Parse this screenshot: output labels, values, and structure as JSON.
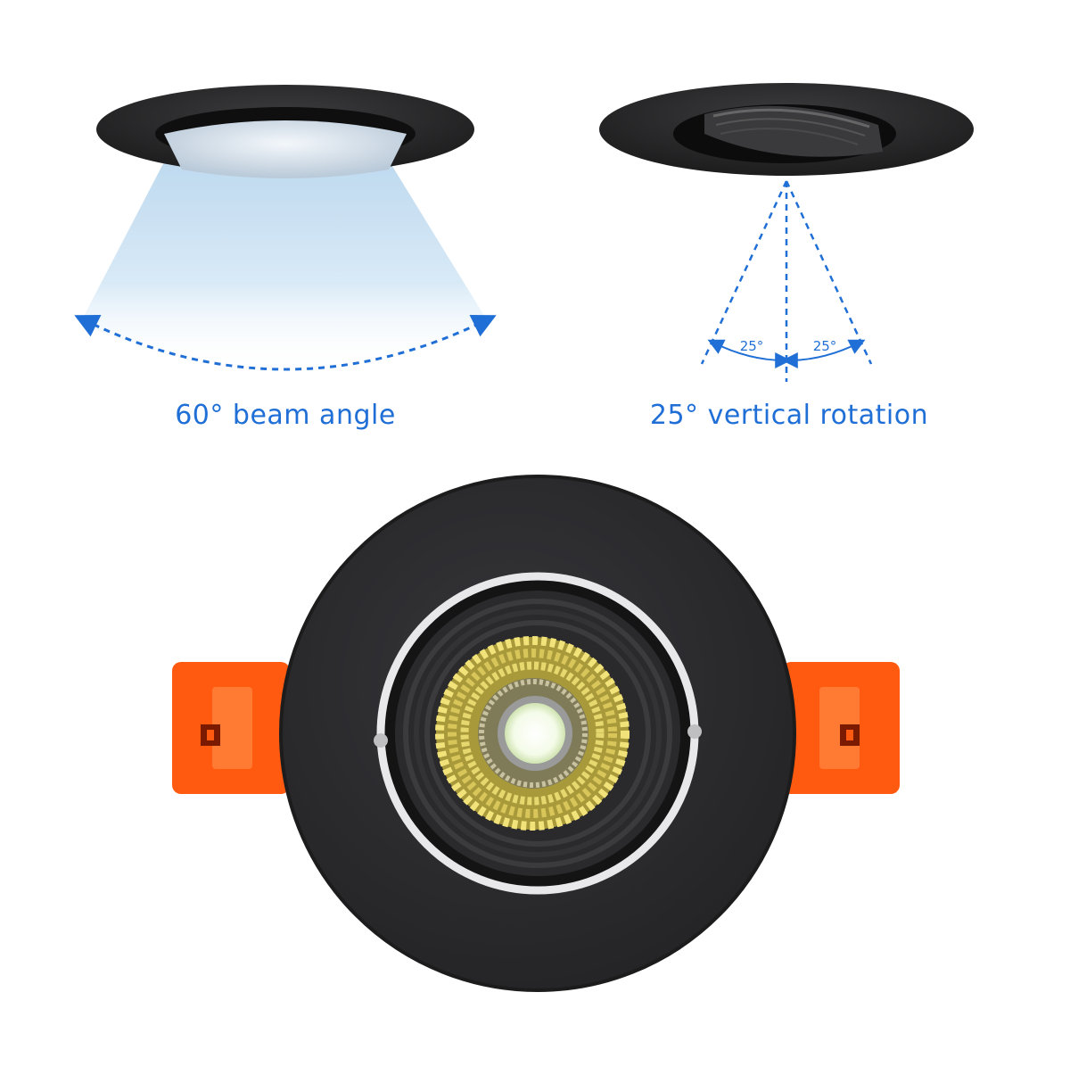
{
  "colors": {
    "accent": "#1f6fd6",
    "fixture_black": "#2e2e2f",
    "clip_orange": "#ff5a0f",
    "led_white": "#f4fbe8",
    "reflector_gold": "#d9c65a"
  },
  "features": [
    {
      "caption": "60° beam angle",
      "beam_angle_deg": 60,
      "icon": "beam-spread-arc"
    },
    {
      "caption": "25° vertical rotation",
      "angle_left_label": "25°",
      "angle_right_label": "25°",
      "rotation_deg": 25,
      "icon": "tilt-angle-diagram"
    }
  ],
  "product": {
    "icon": "recessed-spotlight-front-view"
  }
}
